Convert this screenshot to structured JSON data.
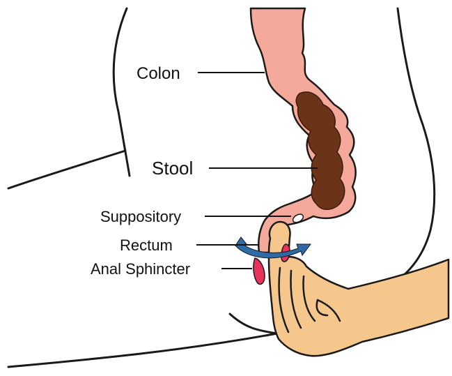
{
  "labels": {
    "colon": "Colon",
    "stool": "Stool",
    "suppository": "Suppository",
    "rectum": "Rectum",
    "anal_sphincter": "Anal Sphincter"
  },
  "colors": {
    "colon_fill": "#f4a99a",
    "stool_fill": "#6b3418",
    "skin_fill": "#f6c78c",
    "sphincter_fill": "#e8335a",
    "arrow_fill": "#2d6aa6",
    "outline": "#1a1a1a"
  }
}
